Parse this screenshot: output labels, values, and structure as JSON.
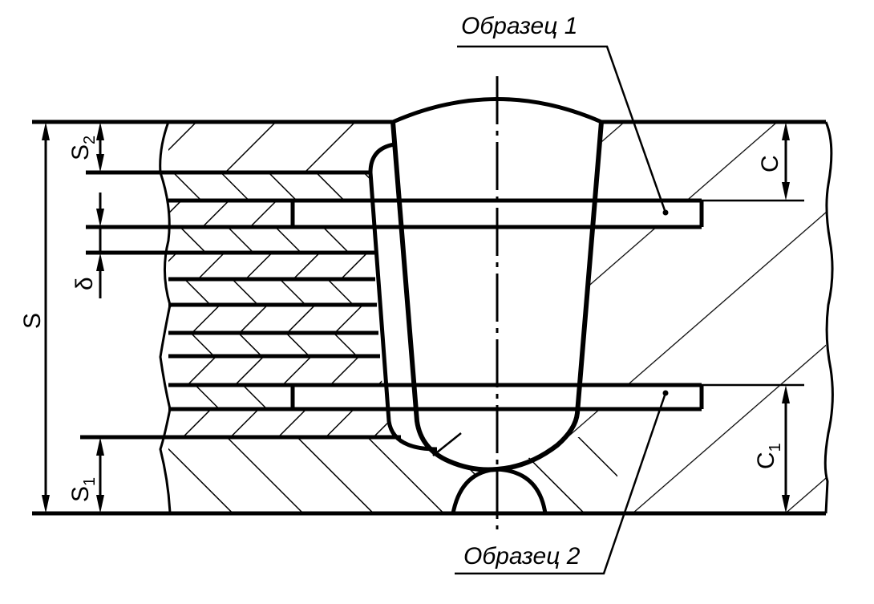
{
  "labels": {
    "sample1": "Образец 1",
    "sample2": "Образец 2"
  },
  "dimensions": {
    "total_thickness": "S",
    "top_layer": "S",
    "top_layer_sub": "2",
    "bottom_layer": "S",
    "bottom_layer_sub": "1",
    "gap": "δ",
    "sample1_depth": "C",
    "sample2_depth": "C",
    "sample2_depth_sub": "1"
  },
  "colors": {
    "line": "#000000",
    "background": "#ffffff"
  }
}
